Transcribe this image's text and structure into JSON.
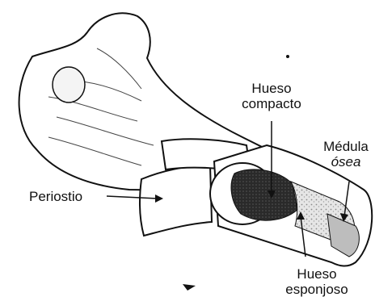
{
  "labels": {
    "hueso_compacto": {
      "line1": "Hueso",
      "line2": "compacto"
    },
    "medula_osea": {
      "line1": "Médula",
      "line2": "ósea"
    },
    "periostio": "Periostio",
    "hueso_esponjoso": {
      "line1": "Hueso",
      "line2": "esponjoso"
    }
  },
  "colors": {
    "ink": "#111111",
    "compact_bone": "#1e1e1e",
    "spongy_bone": "#cfcfcf",
    "marrow": "#9a9a9a"
  }
}
